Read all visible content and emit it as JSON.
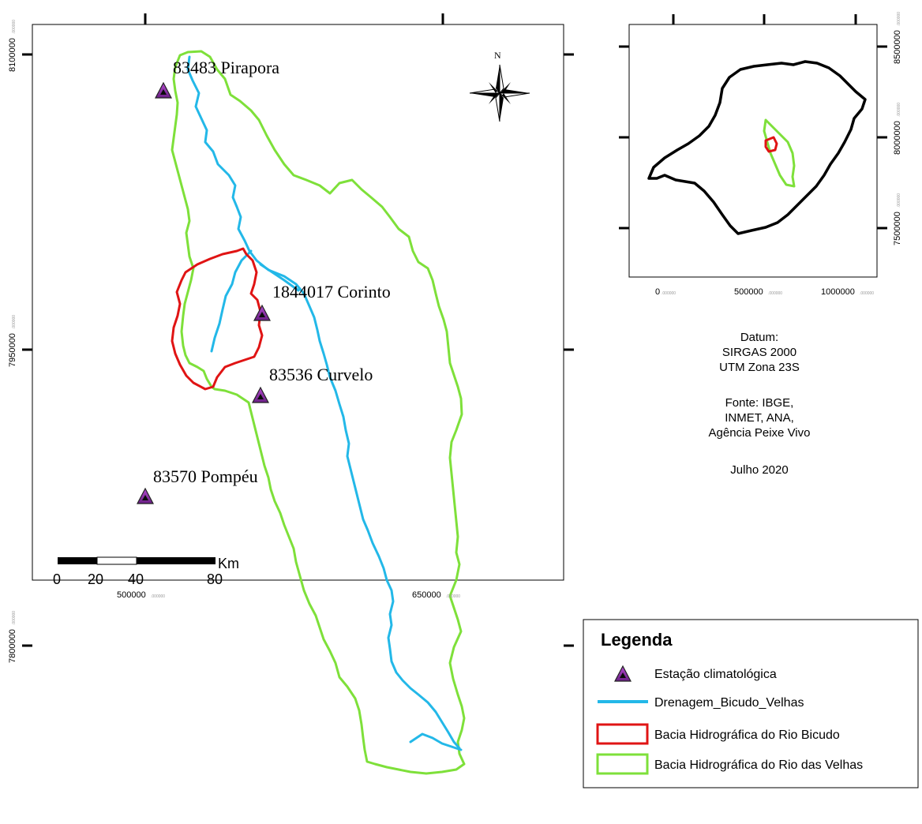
{
  "main_map": {
    "stations": [
      {
        "label": "83483 Pirapora"
      },
      {
        "label": "1844017 Corinto"
      },
      {
        "label": "83536 Curvelo"
      },
      {
        "label": "83570 Pompéu"
      }
    ],
    "north_label": "N",
    "x_ticks": [
      {
        "value": "500000",
        "suffix": ".000000"
      },
      {
        "value": "650000",
        "suffix": ".000000"
      }
    ],
    "y_ticks": [
      {
        "value": "8100000",
        "suffix": ".000000"
      },
      {
        "value": "7950000",
        "suffix": ".000000"
      },
      {
        "value": "7800000",
        "suffix": ".000000"
      }
    ],
    "scale_bar": {
      "unit": "Km",
      "labels": [
        "0",
        "20",
        "40",
        "80"
      ]
    }
  },
  "inset_map": {
    "x_ticks": [
      {
        "value": "0",
        "suffix": ".000000"
      },
      {
        "value": "500000",
        "suffix": ".000000"
      },
      {
        "value": "1000000",
        "suffix": ".000000"
      }
    ],
    "y_ticks": [
      {
        "value": "8500000",
        "suffix": ".000000"
      },
      {
        "value": "8000000",
        "suffix": ".000000"
      },
      {
        "value": "7500000",
        "suffix": ".000000"
      }
    ]
  },
  "info": {
    "datum_label": "Datum:",
    "datum_value": "SIRGAS 2000",
    "zone": "UTM Zona 23S",
    "source_line1": "Fonte: IBGE,",
    "source_line2": "INMET, ANA,",
    "source_line3": "Agência Peixe Vivo",
    "date": "Julho 2020"
  },
  "legend": {
    "title": "Legenda",
    "items": [
      {
        "label": "Estação climatológica"
      },
      {
        "label": "Drenagem_Bicudo_Velhas"
      },
      {
        "label": "Bacia Hidrográfica do Rio Bicudo"
      },
      {
        "label": "Bacia Hidrográfica do Rio das Velhas"
      }
    ]
  },
  "colors": {
    "velhas_basin": "#7ee03a",
    "bicudo_basin": "#e01414",
    "drainage": "#23b8e8",
    "state_outline": "#000000",
    "station_fill": "#8e2fa8"
  }
}
